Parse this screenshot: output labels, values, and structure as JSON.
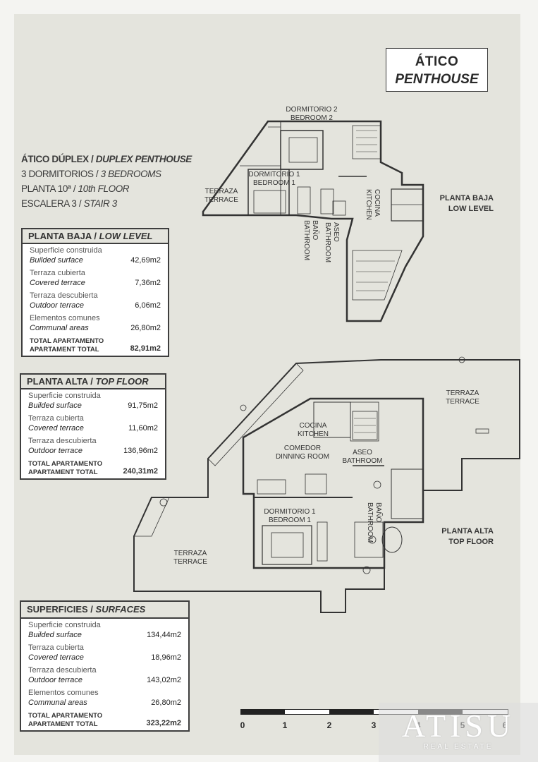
{
  "title": {
    "line1": "ÁTICO",
    "line2": "PENTHOUSE"
  },
  "info": {
    "line1_es": "ÁTICO DÚPLEX /",
    "line1_en": "DUPLEX PENTHOUSE",
    "line2_es": "3 DORMITORIOS /",
    "line2_en": "3 BEDROOMS",
    "line3_es": "PLANTA 10ª /",
    "line3_en": "10th FLOOR",
    "line4_es": "ESCALERA 3 /",
    "line4_en": "STAIR 3"
  },
  "low_level_table": {
    "header_es": "PLANTA BAJA /",
    "header_en": "LOW LEVEL",
    "rows": [
      {
        "es": "Superficie construida",
        "en": "Builded surface",
        "value": "42,69m2"
      },
      {
        "es": "Terraza cubierta",
        "en": "Covered terrace",
        "value": "7,36m2"
      },
      {
        "es": "Terraza descubierta",
        "en": "Outdoor terrace",
        "value": "6,06m2"
      },
      {
        "es": "Elementos comunes",
        "en": "Communal areas",
        "value": "26,80m2"
      }
    ],
    "total_es": "TOTAL APARTAMENTO",
    "total_en": "APARTAMENT TOTAL",
    "total_value": "82,91m2"
  },
  "top_floor_table": {
    "header_es": "PLANTA ALTA /",
    "header_en": "TOP FLOOR",
    "rows": [
      {
        "es": "Superficie construida",
        "en": "Builded surface",
        "value": "91,75m2"
      },
      {
        "es": "Terraza cubierta",
        "en": "Covered terrace",
        "value": "11,60m2"
      },
      {
        "es": "Terraza descubierta",
        "en": "Outdoor terrace",
        "value": "136,96m2"
      }
    ],
    "total_es": "TOTAL APARTAMENTO",
    "total_en": "APARTAMENT TOTAL",
    "total_value": "240,31m2"
  },
  "surfaces_table": {
    "header_es": "SUPERFICIES /",
    "header_en": "SURFACES",
    "rows": [
      {
        "es": "Superficie construida",
        "en": "Builded surface",
        "value": "134,44m2"
      },
      {
        "es": "Terraza cubierta",
        "en": "Covered terrace",
        "value": "18,96m2"
      },
      {
        "es": "Terraza descubierta",
        "en": "Outdoor terrace",
        "value": "143,02m2"
      },
      {
        "es": "Elementos comunes",
        "en": "Communal areas",
        "value": "26,80m2"
      }
    ],
    "total_es": "TOTAL APARTAMENTO",
    "total_en": "APARTAMENT TOTAL",
    "total_value": "323,22m2"
  },
  "low_plan": {
    "level_es": "PLANTA BAJA",
    "level_en": "LOW LEVEL",
    "dorm2_es": "DORMITORIO 2",
    "dorm2_en": "BEDROOM 2",
    "dorm1_es": "DORMITORIO 1",
    "dorm1_en": "BEDROOM 1",
    "terrace_es": "TERRAZA",
    "terrace_en": "TERRACE",
    "kitchen_es": "COCINA",
    "kitchen_en": "KITCHEN",
    "aseo_es": "ASEO",
    "aseo_en": "BATHROOM",
    "bano_es": "BAÑO",
    "bano_en": "BATHROOM"
  },
  "top_plan": {
    "level_es": "PLANTA ALTA",
    "level_en": "TOP FLOOR",
    "terrace1_es": "TERRAZA",
    "terrace1_en": "TERRACE",
    "terrace2_es": "TERRAZA",
    "terrace2_en": "TERRACE",
    "kitchen_es": "COCINA",
    "kitchen_en": "KITCHEN",
    "dining_es": "COMEDOR",
    "dining_en": "DINNING ROOM",
    "aseo_es": "ASEO",
    "aseo_en": "BATHROOM",
    "dorm1_es": "DORMITORIO 1",
    "dorm1_en": "BEDROOM 1",
    "bano_es": "BAÑO",
    "bano_en": "BATHROOM"
  },
  "scale": {
    "ticks": [
      "0",
      "1",
      "2",
      "3",
      "4",
      "5",
      "6"
    ]
  },
  "logo": {
    "word": "ATISU",
    "sub": "REAL ESTATE"
  }
}
